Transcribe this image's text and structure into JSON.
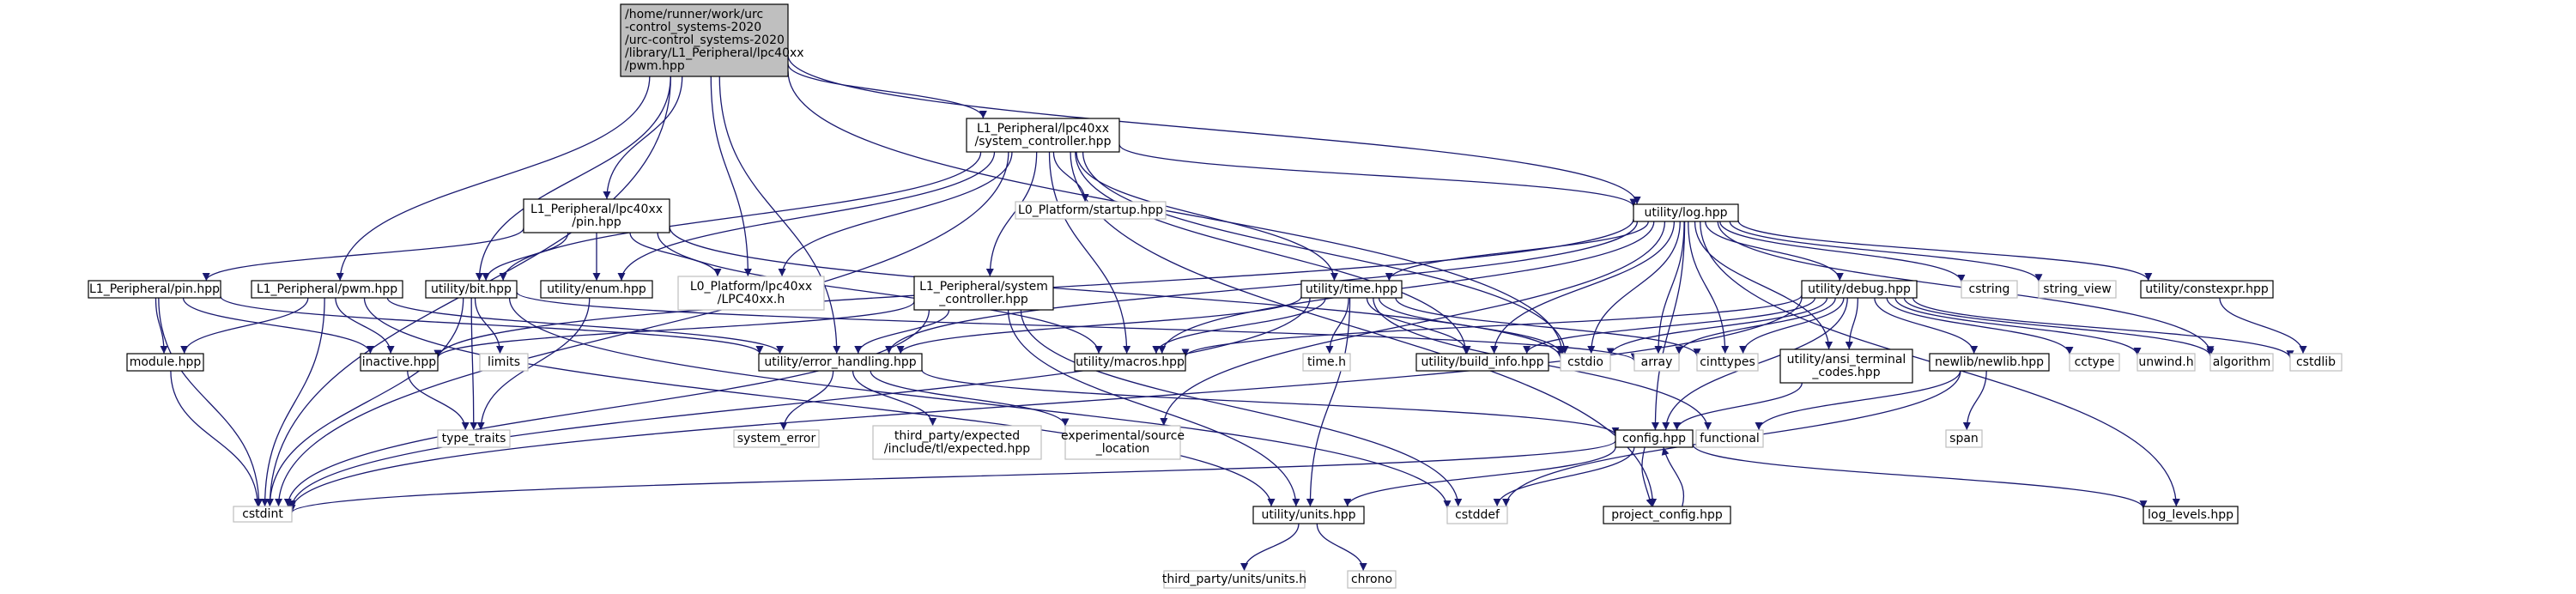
{
  "graph": {
    "nodes": [
      {
        "id": "root",
        "lines": [
          "/home/runner/work/urc",
          "-control_systems-2020",
          "/urc-control_systems-2020",
          "/library/L1_Peripheral/lpc40xx",
          "/pwm.hpp"
        ],
        "style": "root"
      },
      {
        "id": "cstdint",
        "lines": [
          "cstdint"
        ],
        "style": "ext"
      },
      {
        "id": "sysctl",
        "lines": [
          "L1_Peripheral/lpc40xx",
          "/system_controller.hpp"
        ],
        "style": "doc"
      },
      {
        "id": "pinl",
        "lines": [
          "L1_Peripheral/lpc40xx",
          "/pin.hpp"
        ],
        "style": "doc"
      },
      {
        "id": "startup",
        "lines": [
          "L0_Platform/startup.hpp"
        ],
        "style": "ext"
      },
      {
        "id": "log",
        "lines": [
          "utility/log.hpp"
        ],
        "style": "doc"
      },
      {
        "id": "l1pin",
        "lines": [
          "L1_Peripheral/pin.hpp"
        ],
        "style": "doc"
      },
      {
        "id": "l1pwm",
        "lines": [
          "L1_Peripheral/pwm.hpp"
        ],
        "style": "doc"
      },
      {
        "id": "bit",
        "lines": [
          "utility/bit.hpp"
        ],
        "style": "doc"
      },
      {
        "id": "enum",
        "lines": [
          "utility/enum.hpp"
        ],
        "style": "doc"
      },
      {
        "id": "lpc40",
        "lines": [
          "L0_Platform/lpc40xx",
          "/LPC40xx.h"
        ],
        "style": "ext"
      },
      {
        "id": "l1sys",
        "lines": [
          "L1_Peripheral/system",
          "_controller.hpp"
        ],
        "style": "doc"
      },
      {
        "id": "time",
        "lines": [
          "utility/time.hpp"
        ],
        "style": "doc"
      },
      {
        "id": "debug",
        "lines": [
          "utility/debug.hpp"
        ],
        "style": "doc"
      },
      {
        "id": "cstring",
        "lines": [
          "cstring"
        ],
        "style": "ext"
      },
      {
        "id": "string_view",
        "lines": [
          "string_view"
        ],
        "style": "ext"
      },
      {
        "id": "constexpr",
        "lines": [
          "utility/constexpr.hpp"
        ],
        "style": "doc"
      },
      {
        "id": "module",
        "lines": [
          "module.hpp"
        ],
        "style": "doc"
      },
      {
        "id": "inactive",
        "lines": [
          "inactive.hpp"
        ],
        "style": "doc"
      },
      {
        "id": "limits",
        "lines": [
          "limits"
        ],
        "style": "ext"
      },
      {
        "id": "errh",
        "lines": [
          "utility/error_handling.hpp"
        ],
        "style": "doc"
      },
      {
        "id": "macros",
        "lines": [
          "utility/macros.hpp"
        ],
        "style": "doc"
      },
      {
        "id": "timeh",
        "lines": [
          "time.h"
        ],
        "style": "ext"
      },
      {
        "id": "buildinfo",
        "lines": [
          "utility/build_info.hpp"
        ],
        "style": "doc"
      },
      {
        "id": "cstdio",
        "lines": [
          "cstdio"
        ],
        "style": "ext"
      },
      {
        "id": "array",
        "lines": [
          "array"
        ],
        "style": "ext"
      },
      {
        "id": "cinttypes",
        "lines": [
          "cinttypes"
        ],
        "style": "ext"
      },
      {
        "id": "ansi",
        "lines": [
          "utility/ansi_terminal",
          "_codes.hpp"
        ],
        "style": "doc"
      },
      {
        "id": "newlib",
        "lines": [
          "newlib/newlib.hpp"
        ],
        "style": "doc"
      },
      {
        "id": "cctype",
        "lines": [
          "cctype"
        ],
        "style": "ext"
      },
      {
        "id": "unwind",
        "lines": [
          "unwind.h"
        ],
        "style": "ext"
      },
      {
        "id": "algorithm",
        "lines": [
          "algorithm"
        ],
        "style": "ext"
      },
      {
        "id": "cstdlib",
        "lines": [
          "cstdlib"
        ],
        "style": "ext"
      },
      {
        "id": "type_traits",
        "lines": [
          "type_traits"
        ],
        "style": "ext"
      },
      {
        "id": "system_error",
        "lines": [
          "system_error"
        ],
        "style": "ext"
      },
      {
        "id": "expected",
        "lines": [
          "third_party/expected",
          "/include/tl/expected.hpp"
        ],
        "style": "ext"
      },
      {
        "id": "expsrc",
        "lines": [
          "experimental/source",
          "_location"
        ],
        "style": "ext"
      },
      {
        "id": "config",
        "lines": [
          "config.hpp"
        ],
        "style": "doc"
      },
      {
        "id": "functional",
        "lines": [
          "functional"
        ],
        "style": "ext"
      },
      {
        "id": "span",
        "lines": [
          "span"
        ],
        "style": "ext"
      },
      {
        "id": "cstddef",
        "lines": [
          "cstddef"
        ],
        "style": "ext"
      },
      {
        "id": "units",
        "lines": [
          "utility/units.hpp"
        ],
        "style": "doc"
      },
      {
        "id": "projconf",
        "lines": [
          "project_config.hpp"
        ],
        "style": "doc"
      },
      {
        "id": "loglevels",
        "lines": [
          "log_levels.hpp"
        ],
        "style": "doc"
      },
      {
        "id": "unitsh",
        "lines": [
          "third_party/units/units.h"
        ],
        "style": "ext"
      },
      {
        "id": "chrono",
        "lines": [
          "chrono"
        ],
        "style": "ext"
      }
    ],
    "edges": [
      [
        "root",
        "cstdint"
      ],
      [
        "root",
        "sysctl"
      ],
      [
        "root",
        "pinl"
      ],
      [
        "root",
        "log"
      ],
      [
        "root",
        "l1pwm"
      ],
      [
        "root",
        "bit"
      ],
      [
        "root",
        "lpc40"
      ],
      [
        "root",
        "errh"
      ],
      [
        "root",
        "cstdio"
      ],
      [
        "sysctl",
        "cstdint"
      ],
      [
        "sysctl",
        "startup"
      ],
      [
        "sysctl",
        "log"
      ],
      [
        "sysctl",
        "bit"
      ],
      [
        "sysctl",
        "enum"
      ],
      [
        "sysctl",
        "lpc40"
      ],
      [
        "sysctl",
        "l1sys"
      ],
      [
        "sysctl",
        "time"
      ],
      [
        "sysctl",
        "macros"
      ],
      [
        "sysctl",
        "buildinfo"
      ],
      [
        "sysctl",
        "cstdio"
      ],
      [
        "sysctl",
        "projconf"
      ],
      [
        "pinl",
        "l1pin"
      ],
      [
        "pinl",
        "bit"
      ],
      [
        "pinl",
        "enum"
      ],
      [
        "pinl",
        "lpc40"
      ],
      [
        "pinl",
        "macros"
      ],
      [
        "pinl",
        "cstdio"
      ],
      [
        "log",
        "time"
      ],
      [
        "log",
        "debug"
      ],
      [
        "log",
        "cstring"
      ],
      [
        "log",
        "string_view"
      ],
      [
        "log",
        "constexpr"
      ],
      [
        "log",
        "inactive"
      ],
      [
        "log",
        "errh"
      ],
      [
        "log",
        "macros"
      ],
      [
        "log",
        "buildinfo"
      ],
      [
        "log",
        "cstdio"
      ],
      [
        "log",
        "array"
      ],
      [
        "log",
        "cinttypes"
      ],
      [
        "log",
        "ansi"
      ],
      [
        "log",
        "algorithm"
      ],
      [
        "log",
        "config"
      ],
      [
        "log",
        "expsrc"
      ],
      [
        "log",
        "loglevels"
      ],
      [
        "l1pin",
        "module"
      ],
      [
        "l1pin",
        "inactive"
      ],
      [
        "l1pin",
        "errh"
      ],
      [
        "l1pin",
        "cstdint"
      ],
      [
        "l1pwm",
        "module"
      ],
      [
        "l1pwm",
        "inactive"
      ],
      [
        "l1pwm",
        "cstdint"
      ],
      [
        "l1pwm",
        "units"
      ],
      [
        "l1pwm",
        "errh"
      ],
      [
        "bit",
        "cstdint"
      ],
      [
        "bit",
        "limits"
      ],
      [
        "bit",
        "type_traits"
      ],
      [
        "bit",
        "cstddef"
      ],
      [
        "bit",
        "array"
      ],
      [
        "enum",
        "type_traits"
      ],
      [
        "l1sys",
        "inactive"
      ],
      [
        "l1sys",
        "cstdint"
      ],
      [
        "l1sys",
        "errh"
      ],
      [
        "l1sys",
        "units"
      ],
      [
        "l1sys",
        "cstddef"
      ],
      [
        "time",
        "errh"
      ],
      [
        "time",
        "macros"
      ],
      [
        "time",
        "timeh"
      ],
      [
        "time",
        "buildinfo"
      ],
      [
        "time",
        "cstdio"
      ],
      [
        "time",
        "cinttypes"
      ],
      [
        "time",
        "functional"
      ],
      [
        "time",
        "units"
      ],
      [
        "time",
        "cstdint"
      ],
      [
        "debug",
        "macros"
      ],
      [
        "debug",
        "buildinfo"
      ],
      [
        "debug",
        "cstdio"
      ],
      [
        "debug",
        "array"
      ],
      [
        "debug",
        "cinttypes"
      ],
      [
        "debug",
        "ansi"
      ],
      [
        "debug",
        "newlib"
      ],
      [
        "debug",
        "cctype"
      ],
      [
        "debug",
        "unwind"
      ],
      [
        "debug",
        "algorithm"
      ],
      [
        "debug",
        "cstdlib"
      ],
      [
        "debug",
        "config"
      ],
      [
        "debug",
        "cstdint"
      ],
      [
        "constexpr",
        "cstdlib"
      ],
      [
        "module",
        "cstdint"
      ],
      [
        "inactive",
        "type_traits"
      ],
      [
        "errh",
        "system_error"
      ],
      [
        "errh",
        "expected"
      ],
      [
        "errh",
        "expsrc"
      ],
      [
        "errh",
        "config"
      ],
      [
        "ansi",
        "config"
      ],
      [
        "newlib",
        "functional"
      ],
      [
        "newlib",
        "span"
      ],
      [
        "newlib",
        "cstddef"
      ],
      [
        "config",
        "cstdint"
      ],
      [
        "config",
        "units"
      ],
      [
        "config",
        "cstddef"
      ],
      [
        "config",
        "projconf"
      ],
      [
        "config",
        "loglevels"
      ],
      [
        "projconf",
        "config"
      ],
      [
        "units",
        "unitsh"
      ],
      [
        "units",
        "chrono"
      ]
    ]
  }
}
